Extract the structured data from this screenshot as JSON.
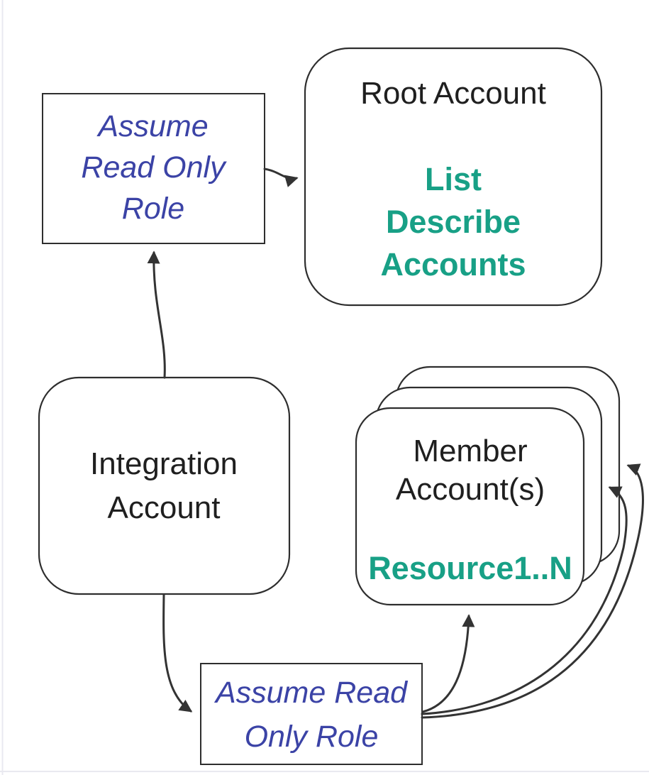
{
  "diagram": {
    "nodes": {
      "assume_top": {
        "line1": "Assume",
        "line2": "Read Only",
        "line3": "Role"
      },
      "root": {
        "title": "Root Account",
        "action1": "List",
        "action2": "Describe",
        "action3": "Accounts"
      },
      "integration": {
        "line1": "Integration",
        "line2": "Account"
      },
      "member": {
        "line1": "Member",
        "line2": "Account(s)",
        "resource": "Resource1..N"
      },
      "assume_bottom": {
        "line1": "Assume Read",
        "line2": "Only Role"
      }
    },
    "edges": [
      {
        "from": "assume-role-top-box",
        "to": "root-account-node"
      },
      {
        "from": "integration-account-node",
        "to": "assume-role-top-box"
      },
      {
        "from": "integration-account-node",
        "to": "assume-role-bottom-box"
      },
      {
        "from": "assume-role-bottom-box",
        "to": "member-account-front-card"
      },
      {
        "from": "assume-role-bottom-box",
        "to": "member-account-middle-card"
      },
      {
        "from": "assume-role-bottom-box",
        "to": "member-account-back-card"
      }
    ]
  },
  "colors": {
    "accent_green": "#18a086",
    "accent_blue": "#3b43a6",
    "line_dark": "#333333"
  }
}
